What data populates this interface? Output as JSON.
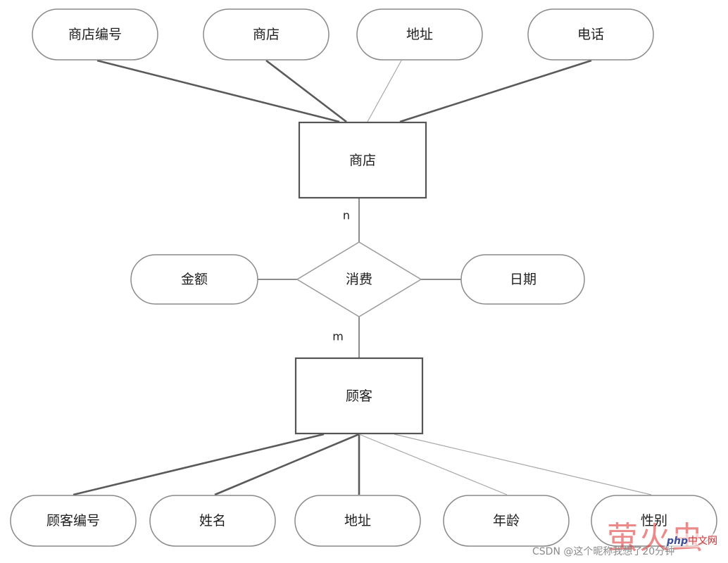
{
  "entities": {
    "store": "商店",
    "customer": "顾客"
  },
  "relationship": "消费",
  "store_attributes": [
    "商店编号",
    "商店",
    "地址",
    "电话"
  ],
  "customer_attributes": [
    "顾客编号",
    "姓名",
    "地址",
    "年龄",
    "性别"
  ],
  "relationship_attributes": {
    "left": "金额",
    "right": "日期"
  },
  "cardinality": {
    "store_side": "n",
    "customer_side": "m"
  },
  "watermark": {
    "logo_text": "萤火虫",
    "site_prefix": "php",
    "site_suffix": "中文网",
    "credit": "CSDN @这个昵称我想了20分钟"
  }
}
